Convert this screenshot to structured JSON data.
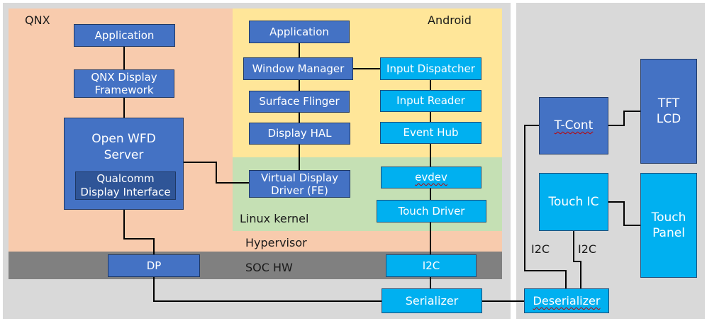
{
  "colors": {
    "background": "#d9d9d9",
    "qnx": "#f8cbad",
    "android": "#ffe699",
    "linux_kernel": "#c5e0b4",
    "soc_hw": "#808080",
    "dark_box": "#4472c4",
    "light_box": "#00b0f0",
    "inner_box": "#2f5597",
    "wire": "#000000"
  },
  "regions": {
    "qnx": "QNX",
    "android": "Android",
    "linux_kernel": "Linux kernel",
    "hypervisor": "Hypervisor",
    "soc_hw": "SOC HW"
  },
  "qnx": {
    "application": "Application",
    "display_framework": "QNX Display Framework",
    "openwfd_server": "Open WFD Server",
    "qualcomm_display_interface": "Qualcomm Display Interface"
  },
  "android": {
    "application": "Application",
    "window_manager": "Window Manager",
    "surface_flinger": "Surface Flinger",
    "display_hal": "Display HAL",
    "input_dispatcher": "Input Dispatcher",
    "input_reader": "Input Reader",
    "event_hub": "Event Hub"
  },
  "kernel": {
    "virtual_display_driver": "Virtual Display Driver (FE)",
    "evdev": "evdev",
    "touch_driver": "Touch Driver"
  },
  "soc": {
    "dp": "DP",
    "i2c": "I2C"
  },
  "external": {
    "serializer": "Serializer",
    "deserializer": "Deserializer",
    "t_cont": "T-Cont",
    "tft_lcd": "TFT LCD",
    "touch_ic": "Touch IC",
    "touch_panel": "Touch Panel",
    "i2c_label_left": "I2C",
    "i2c_label_right": "I2C"
  }
}
